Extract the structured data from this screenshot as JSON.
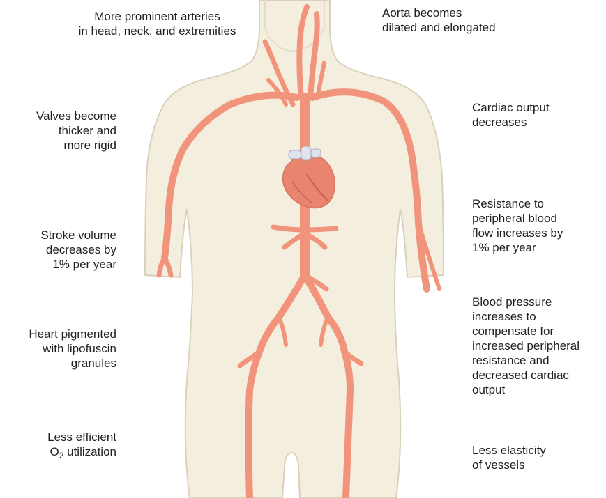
{
  "colors": {
    "skin_fill": "#f4eedf",
    "skin_stroke": "#d9d0bd",
    "artery": "#f2937b",
    "artery_stroke": "#d9735d",
    "heart": "#e9846f",
    "heart_shadow": "#c9604f",
    "heart_vessel": "#dfe3ef"
  },
  "labels": {
    "arteries_prominent": [
      "More prominent arteries",
      "in head, neck, and extremities"
    ],
    "aorta": [
      "Aorta becomes",
      "dilated and elongated"
    ],
    "valves": [
      "Valves become",
      "thicker and",
      "more rigid"
    ],
    "cardiac_output": [
      "Cardiac output",
      "decreases"
    ],
    "resistance": [
      "Resistance to",
      "peripheral blood",
      "flow increases by",
      "1% per year"
    ],
    "stroke_volume": [
      "Stroke volume",
      "decreases by",
      "1% per year"
    ],
    "blood_pressure": [
      "Blood pressure",
      "increases to",
      "compensate for",
      "increased peripheral",
      "resistance and",
      "decreased cardiac",
      "output"
    ],
    "heart_pigmented": [
      "Heart pigmented",
      "with lipofuscin",
      "granules"
    ],
    "o2": {
      "line1": "Less efficient",
      "o_prefix": "O",
      "o_sub": "2",
      "o_suffix": " utilization"
    },
    "elasticity": [
      "Less elasticity",
      "of vessels"
    ]
  }
}
